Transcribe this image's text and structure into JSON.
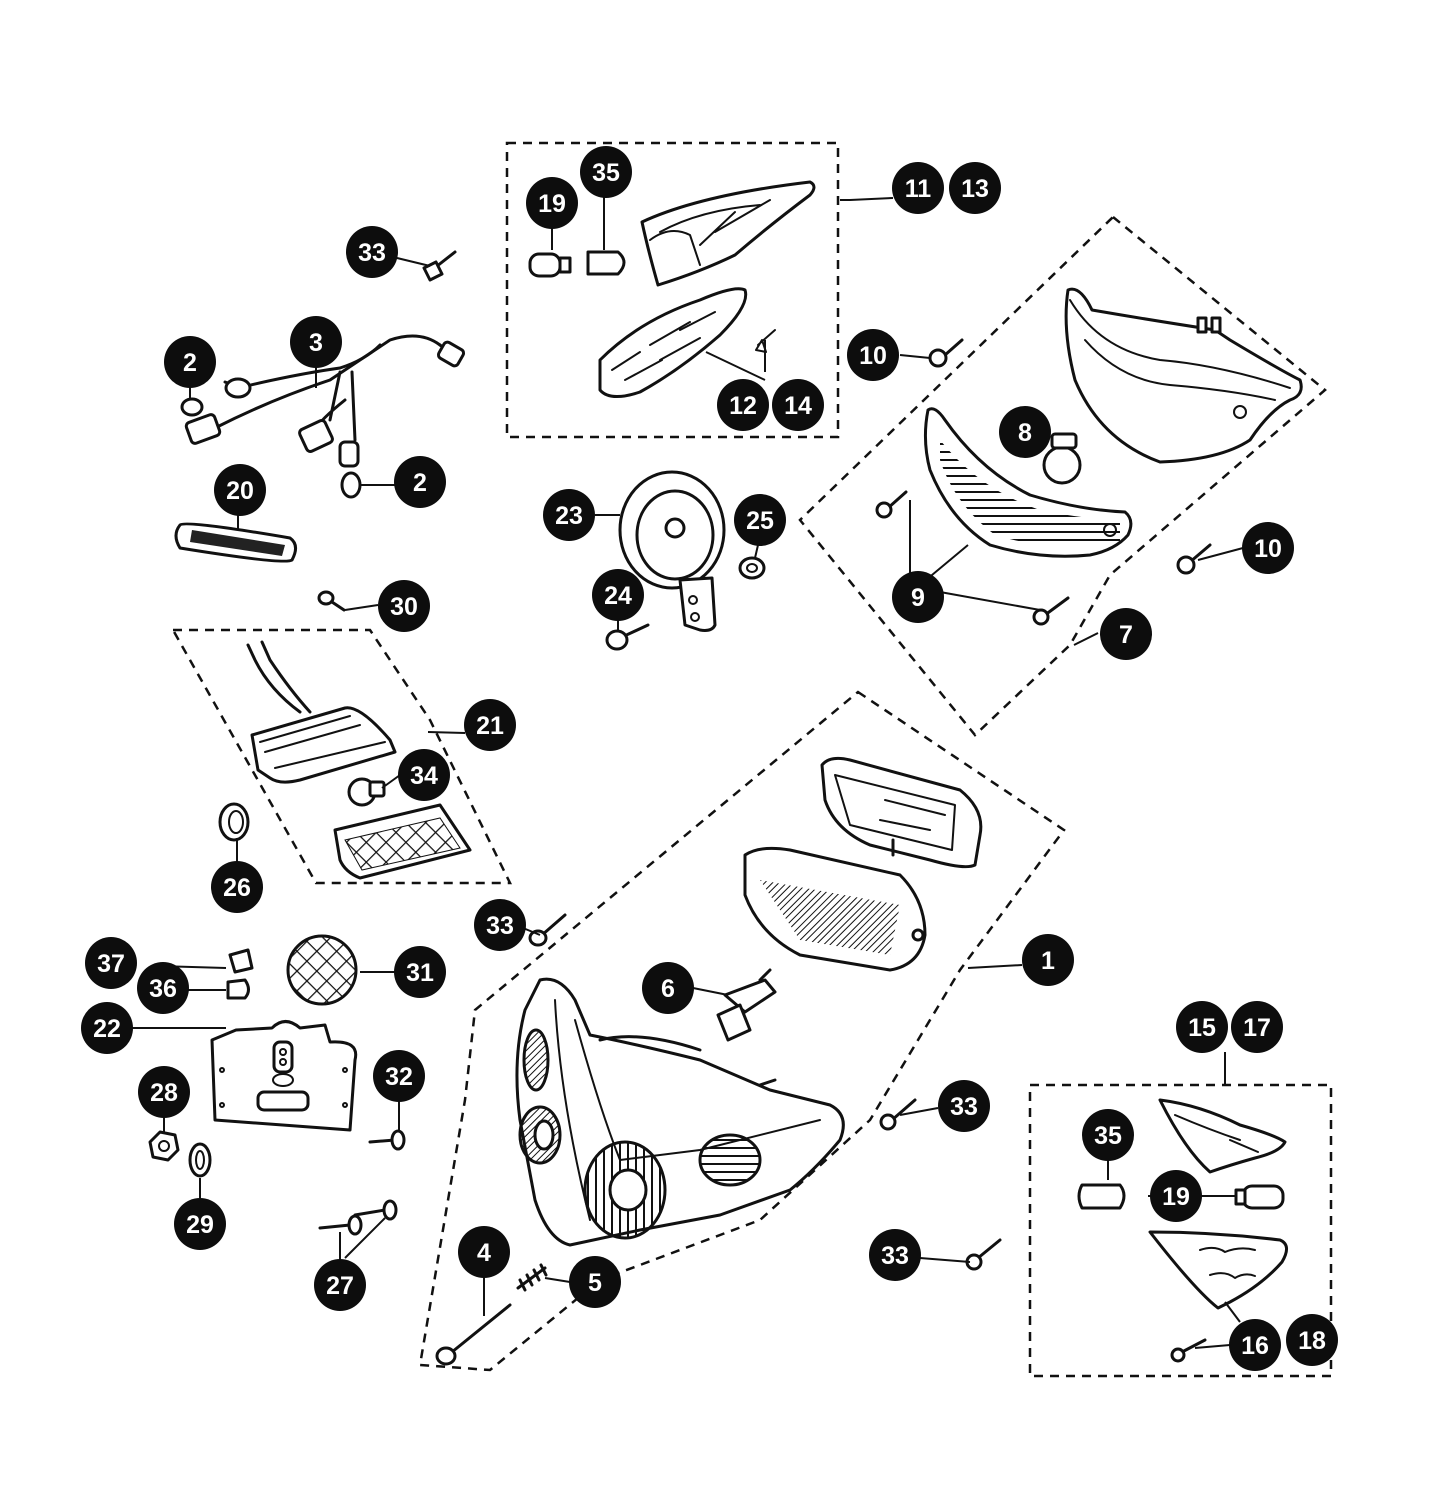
{
  "callouts": {
    "c1": "1",
    "c2a": "2",
    "c2b": "2",
    "c3": "3",
    "c4": "4",
    "c5": "5",
    "c6": "6",
    "c7": "7",
    "c8": "8",
    "c9": "9",
    "c10a": "10",
    "c10b": "10",
    "c11": "11",
    "c12": "12",
    "c13": "13",
    "c14": "14",
    "c15": "15",
    "c16": "16",
    "c17": "17",
    "c18": "18",
    "c19a": "19",
    "c19b": "19",
    "c20": "20",
    "c21": "21",
    "c22": "22",
    "c23": "23",
    "c24": "24",
    "c25": "25",
    "c26": "26",
    "c27": "27",
    "c28": "28",
    "c29": "29",
    "c30": "30",
    "c31": "31",
    "c32": "32",
    "c33a": "33",
    "c33b": "33",
    "c33c": "33",
    "c33d": "33",
    "c34": "34",
    "c35a": "35",
    "c35b": "35",
    "c36": "36",
    "c37": "37"
  },
  "colors": {
    "ink": "#111111",
    "callout_fill": "#0d0d0d",
    "callout_text": "#ffffff",
    "background": "#ffffff"
  }
}
